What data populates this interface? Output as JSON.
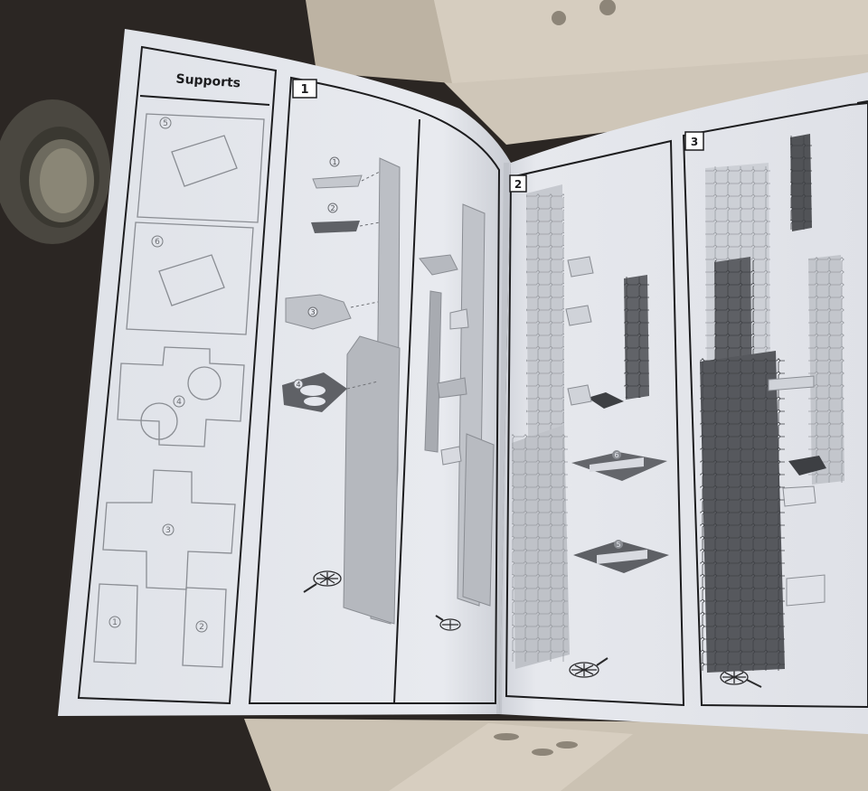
{
  "manual": {
    "left_page": {
      "panel_title": "Supports",
      "support_numbers": [
        "5",
        "6",
        "4",
        "3",
        "1",
        "2"
      ],
      "step_1": {
        "step_number": "1",
        "part_numbers": [
          "1",
          "2",
          "3",
          "4"
        ]
      }
    },
    "right_page": {
      "step_2": {
        "step_number": "2",
        "part_numbers": [
          "6",
          "5"
        ]
      },
      "step_3": {
        "step_number": "3"
      }
    }
  },
  "colors": {
    "background": "#2b2623",
    "paper": "#e4e6ec",
    "paper_shadow": "#d2d5dc",
    "box": "#c8bfb1",
    "light_part": "#b9bcc2",
    "dark_part": "#5f6166",
    "outline": "#8a8d93",
    "border": "#1d1d1f"
  },
  "icons": [
    "compass-icon",
    "cup-icon"
  ]
}
